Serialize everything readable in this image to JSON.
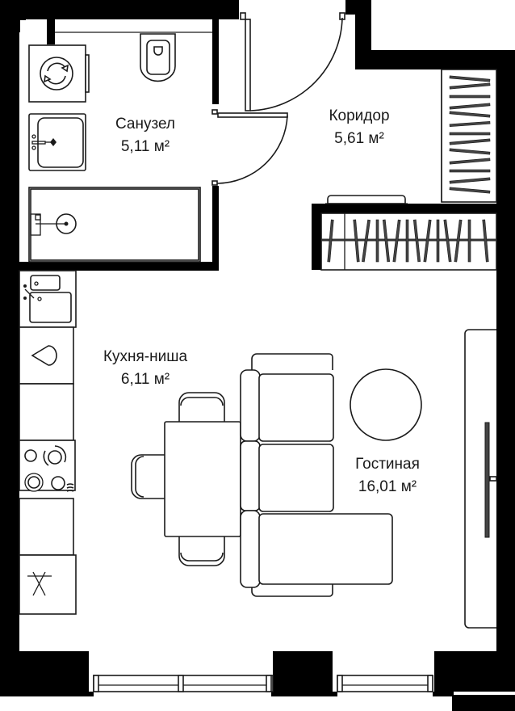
{
  "plan": {
    "type": "apartment-floor-plan",
    "wall_color": "#000000",
    "line_color": "#1a1a1a",
    "background": "#ffffff"
  },
  "rooms": [
    {
      "id": "bathroom",
      "name": "Санузел",
      "area": "5,11 м²"
    },
    {
      "id": "corridor",
      "name": "Коридор",
      "area": "5,61 м²"
    },
    {
      "id": "kitchen",
      "name": "Кухня-ниша",
      "area": "6,11 м²"
    },
    {
      "id": "living",
      "name": "Гостиная",
      "area": "16,01 м²"
    }
  ],
  "fixtures": {
    "bathroom": [
      "washing-machine",
      "toilet",
      "washbasin",
      "bathtub"
    ],
    "corridor": [
      "entrance-door",
      "bathroom-door",
      "wardrobe-vertical",
      "wardrobe-horizontal",
      "shoe-bench"
    ],
    "kitchen": [
      "sink",
      "hood-cabinet",
      "cabinet",
      "cooktop",
      "cabinet",
      "fridge",
      "dining-table",
      "chairs"
    ],
    "living": [
      "corner-sofa",
      "round-coffee-table",
      "tv-console",
      "tv"
    ]
  }
}
